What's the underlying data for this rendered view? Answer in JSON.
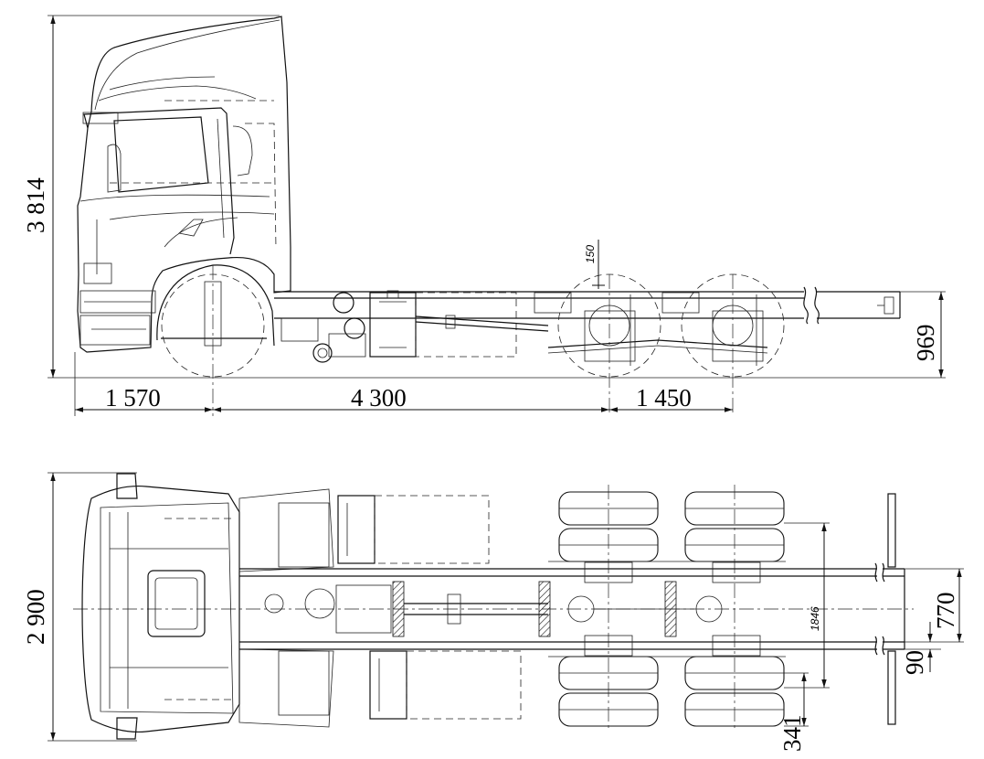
{
  "side_view": {
    "dimensions": {
      "overall_height": "3 814",
      "frame_height": "969",
      "front_overhang": "1 570",
      "wheelbase": "4 300",
      "tandem_spacing": "1 450",
      "small_offset": "150"
    }
  },
  "top_view": {
    "dimensions": {
      "overall_width": "2 900",
      "frame_width": "770",
      "frame_rail": "90",
      "tyre_offset": "341",
      "track_label": "1846"
    }
  }
}
